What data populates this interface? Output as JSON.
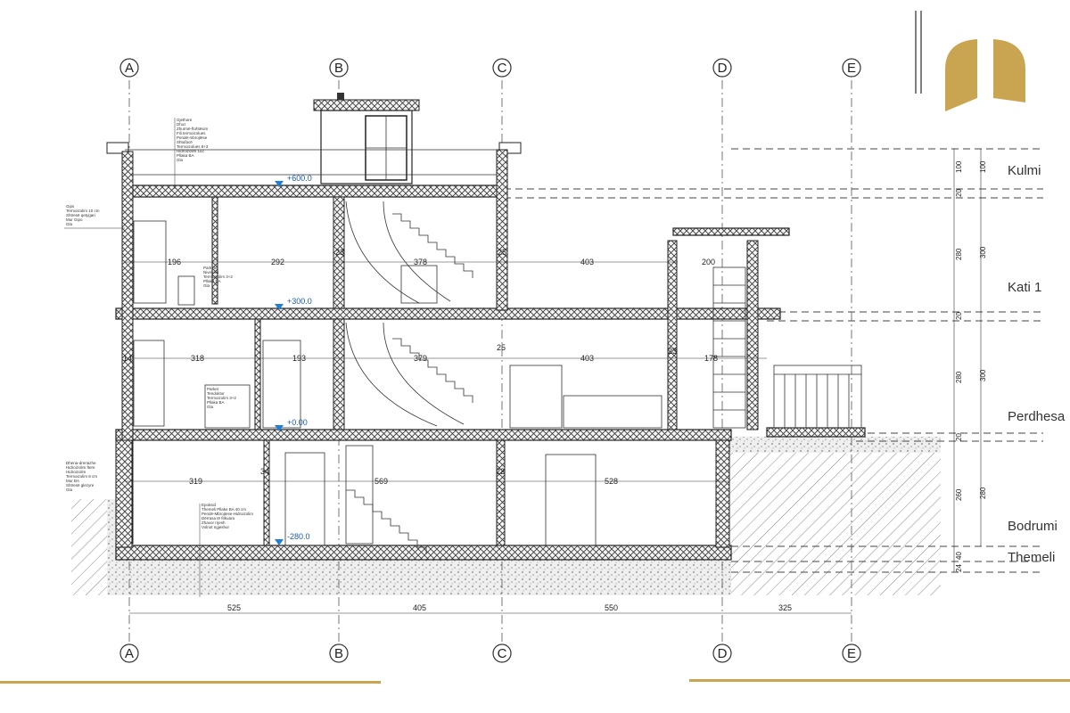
{
  "axes": [
    "A",
    "B",
    "C",
    "D",
    "E"
  ],
  "levels": [
    "Kulmi",
    "Kati 1",
    "Perdhesa",
    "Bodrumi",
    "Themeli"
  ],
  "elevations": [
    "+600.0",
    "+300.0",
    "+0.00",
    "-280.0"
  ],
  "bottom_dims": [
    "525",
    "405",
    "550",
    "325"
  ],
  "right_dims": {
    "inner": [
      "100",
      "20",
      "280",
      "20",
      "280",
      "20",
      "260",
      "40",
      "24"
    ],
    "outer": [
      "100",
      "300",
      "300",
      "280"
    ]
  },
  "room_dims": {
    "kati1": [
      "196",
      "292",
      "378",
      "403",
      "200"
    ],
    "perdhesa": [
      "318",
      "193",
      "379",
      "403",
      "178"
    ],
    "bodrumi": [
      "319",
      "569",
      "528"
    ],
    "walls_kati1": [
      "23",
      "25"
    ],
    "walls_perdhesa": [
      "25",
      "23",
      "14"
    ],
    "walls_bodrumi": [
      "22",
      "34"
    ]
  },
  "notes": {
    "roof": [
      "Gjethore",
      "Dhoz",
      "Zhurmë-ftohtësim",
      "Fili termoizolues",
      "Pendë-mbrojtëse",
      "Shtufacë",
      "Termoizolues 8+3",
      "Hidroizolim 1x2",
      "Pllaka BA",
      "Gla"
    ],
    "wall": [
      "Gips",
      "Termoizolim 10 cm",
      "Shtresë qetygari",
      "Mur Gipo",
      "Gla"
    ],
    "kati1": [
      "Parkete",
      "Nivelues",
      "Termoizolim 3+2",
      "Pllaka BA",
      "Gla"
    ],
    "perdhesa": [
      "Parket",
      "Tendoktor",
      "Termoizolim 3+2",
      "Pllaka BA",
      "Gla"
    ],
    "basement_wall": [
      "Dhena-drenazhe",
      "Hidroizolim ftere",
      "Hidroizolim",
      "Termoizolim 8 cm",
      "Mur BA",
      "Shtresë glezyre",
      "Gla"
    ],
    "bodrumi": [
      "Epoksid",
      "Themeli Pllake BA 40 cm",
      "Pendë-Mbrojtese-Hidroizolim",
      "Dërrasa të fitkuara",
      "Zhavor rrjesh",
      "Volnot ngjeshur"
    ]
  },
  "colors": {
    "accent_gold": "#c9a552",
    "elevation_marker": "#1e7fd8",
    "line": "#222222"
  }
}
